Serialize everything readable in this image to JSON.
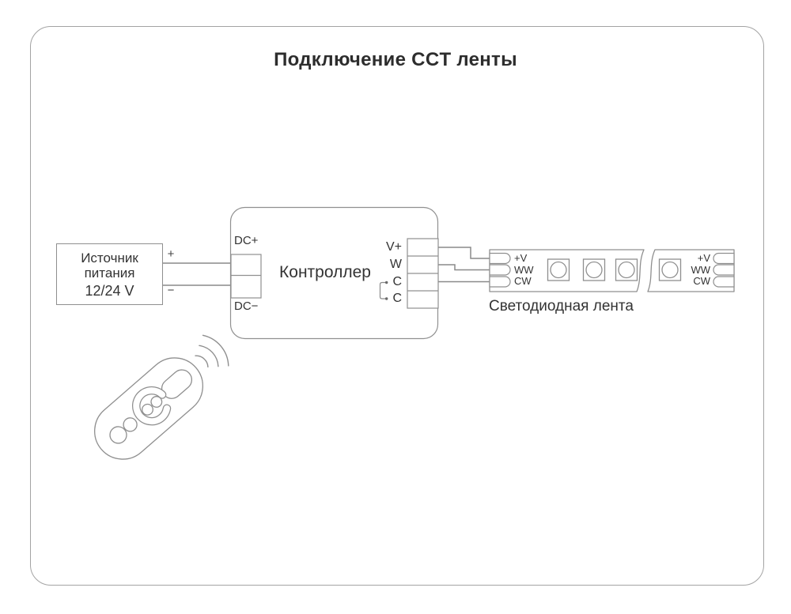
{
  "title": "Подключение CCT ленты",
  "colors": {
    "line": "#8f8f8f",
    "text": "#333333",
    "background": "#ffffff"
  },
  "power_supply": {
    "line1": "Источник",
    "line2": "питания",
    "line3": "12/24 V",
    "plus": "+",
    "minus": "−"
  },
  "controller": {
    "label": "Контроллер",
    "dc_plus": "DC+",
    "dc_minus": "DC−",
    "terminals": [
      "V+",
      "W",
      "C",
      "C"
    ]
  },
  "led_strip": {
    "label": "Светодиодная лента",
    "pads_left": [
      "+V",
      "WW",
      "CW"
    ],
    "pads_right": [
      "+V",
      "WW",
      "CW"
    ]
  },
  "icons": {
    "remote": "rf-remote-icon",
    "signal": "wireless-signal-icon"
  }
}
